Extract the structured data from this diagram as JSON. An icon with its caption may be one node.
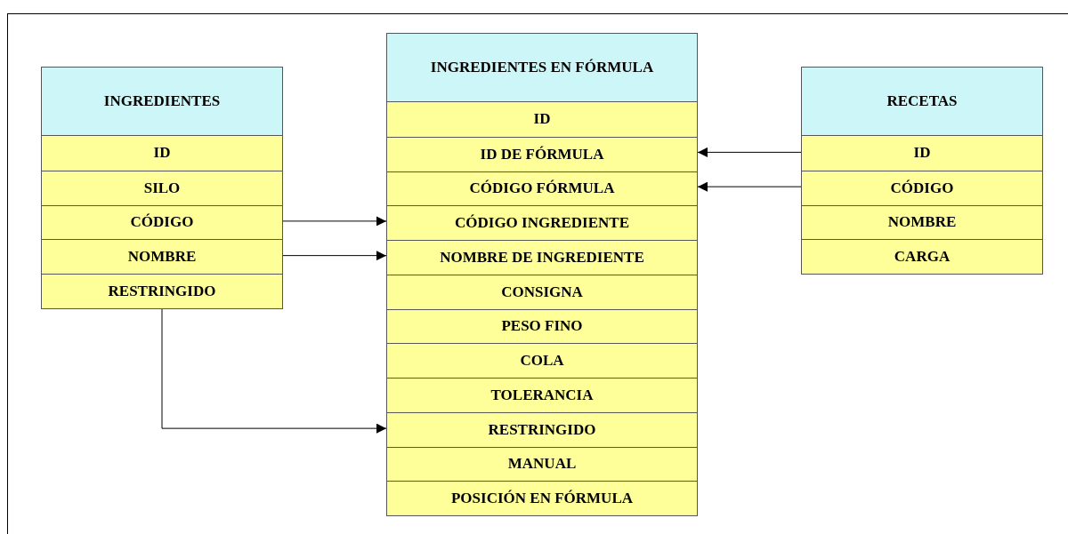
{
  "diagram": {
    "nodes": [
      {
        "text": [
          "INGREDIENTES"
        ]
      },
      {
        "text": [
          "ID"
        ],
        "in": 0
      },
      {
        "text": [
          "SILO"
        ],
        "in": 0
      },
      {
        "text": [
          "CÓDIGO"
        ],
        "in": 0
      },
      {
        "text": [
          "NOMBRE"
        ],
        "in": 0
      },
      {
        "text": [
          "RESTRINGIDO"
        ],
        "in": 0
      },
      {
        "text": [
          "INGREDIENTES EN FÓRMULA"
        ]
      },
      {
        "text": [
          "ID"
        ],
        "in": 6
      },
      {
        "text": [
          "ID DE FÓRMULA"
        ],
        "in": 6
      },
      {
        "text": [
          "CÓDIGO FÓRMULA"
        ],
        "in": 6
      },
      {
        "text": [
          "CÓDIGO INGREDIENTE"
        ],
        "in": 6
      },
      {
        "text": [
          "NOMBRE DE INGREDIENTE"
        ],
        "in": 6
      },
      {
        "text": [
          "CONSIGNA"
        ],
        "in": 6
      },
      {
        "text": [
          "PESO FINO"
        ],
        "in": 6
      },
      {
        "text": [
          "COLA"
        ],
        "in": 6
      },
      {
        "text": [
          "TOLERANCIA"
        ],
        "in": 6
      },
      {
        "text": [
          "RESTRINGIDO"
        ],
        "in": 6
      },
      {
        "text": [
          "MANUAL"
        ],
        "in": 6
      },
      {
        "text": [
          "POSICIÓN EN FÓRMULA"
        ],
        "in": 6
      },
      {
        "text": [
          "RECETAS"
        ]
      },
      {
        "text": [
          "ID"
        ],
        "in": 19
      },
      {
        "text": [
          "CÓDIGO"
        ],
        "in": 19
      },
      {
        "text": [
          "NOMBRE"
        ],
        "in": 19
      },
      {
        "text": [
          "CARGA"
        ],
        "in": 19
      }
    ],
    "edges": [
      {
        "from": 3,
        "to": 10,
        "arrow": "to"
      },
      {
        "from": 4,
        "to": 11,
        "arrow": "to"
      },
      {
        "from": 5,
        "to": 16,
        "arrow": "to"
      },
      {
        "from": 20,
        "to": 8,
        "arrow": "to"
      },
      {
        "from": 21,
        "to": 9,
        "arrow": "to"
      }
    ]
  }
}
